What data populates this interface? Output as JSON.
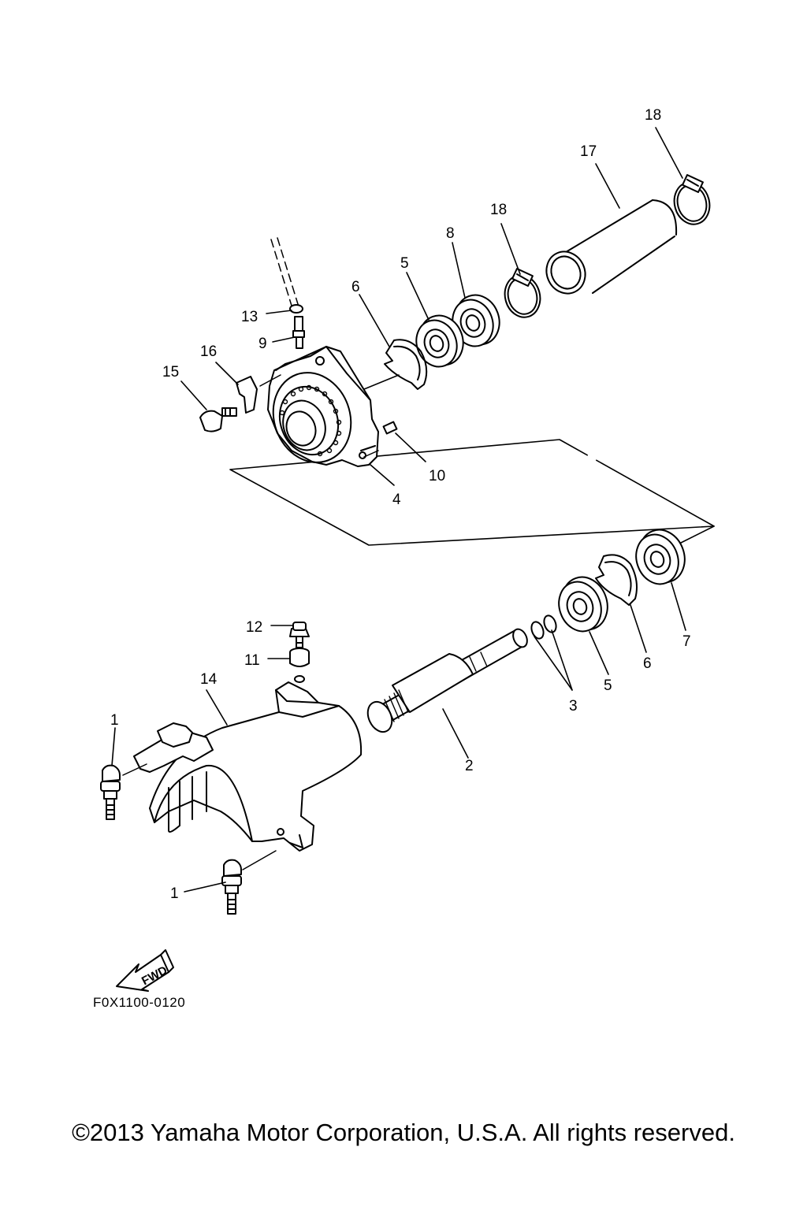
{
  "diagram": {
    "callouts": [
      {
        "label": "1"
      },
      {
        "label": "1"
      },
      {
        "label": "2"
      },
      {
        "label": "3"
      },
      {
        "label": "4"
      },
      {
        "label": "5"
      },
      {
        "label": "5"
      },
      {
        "label": "6"
      },
      {
        "label": "6"
      },
      {
        "label": "7"
      },
      {
        "label": "8"
      },
      {
        "label": "9"
      },
      {
        "label": "10"
      },
      {
        "label": "11"
      },
      {
        "label": "12"
      },
      {
        "label": "13"
      },
      {
        "label": "14"
      },
      {
        "label": "15"
      },
      {
        "label": "16"
      },
      {
        "label": "17"
      },
      {
        "label": "18"
      },
      {
        "label": "18"
      }
    ],
    "fwd_label": "FWD",
    "figure_code": "F0X1100-0120"
  },
  "footer": {
    "copyright": "©2013 Yamaha Motor Corporation, U.S.A. All rights reserved."
  },
  "colors": {
    "line": "#000000",
    "background": "#ffffff"
  }
}
